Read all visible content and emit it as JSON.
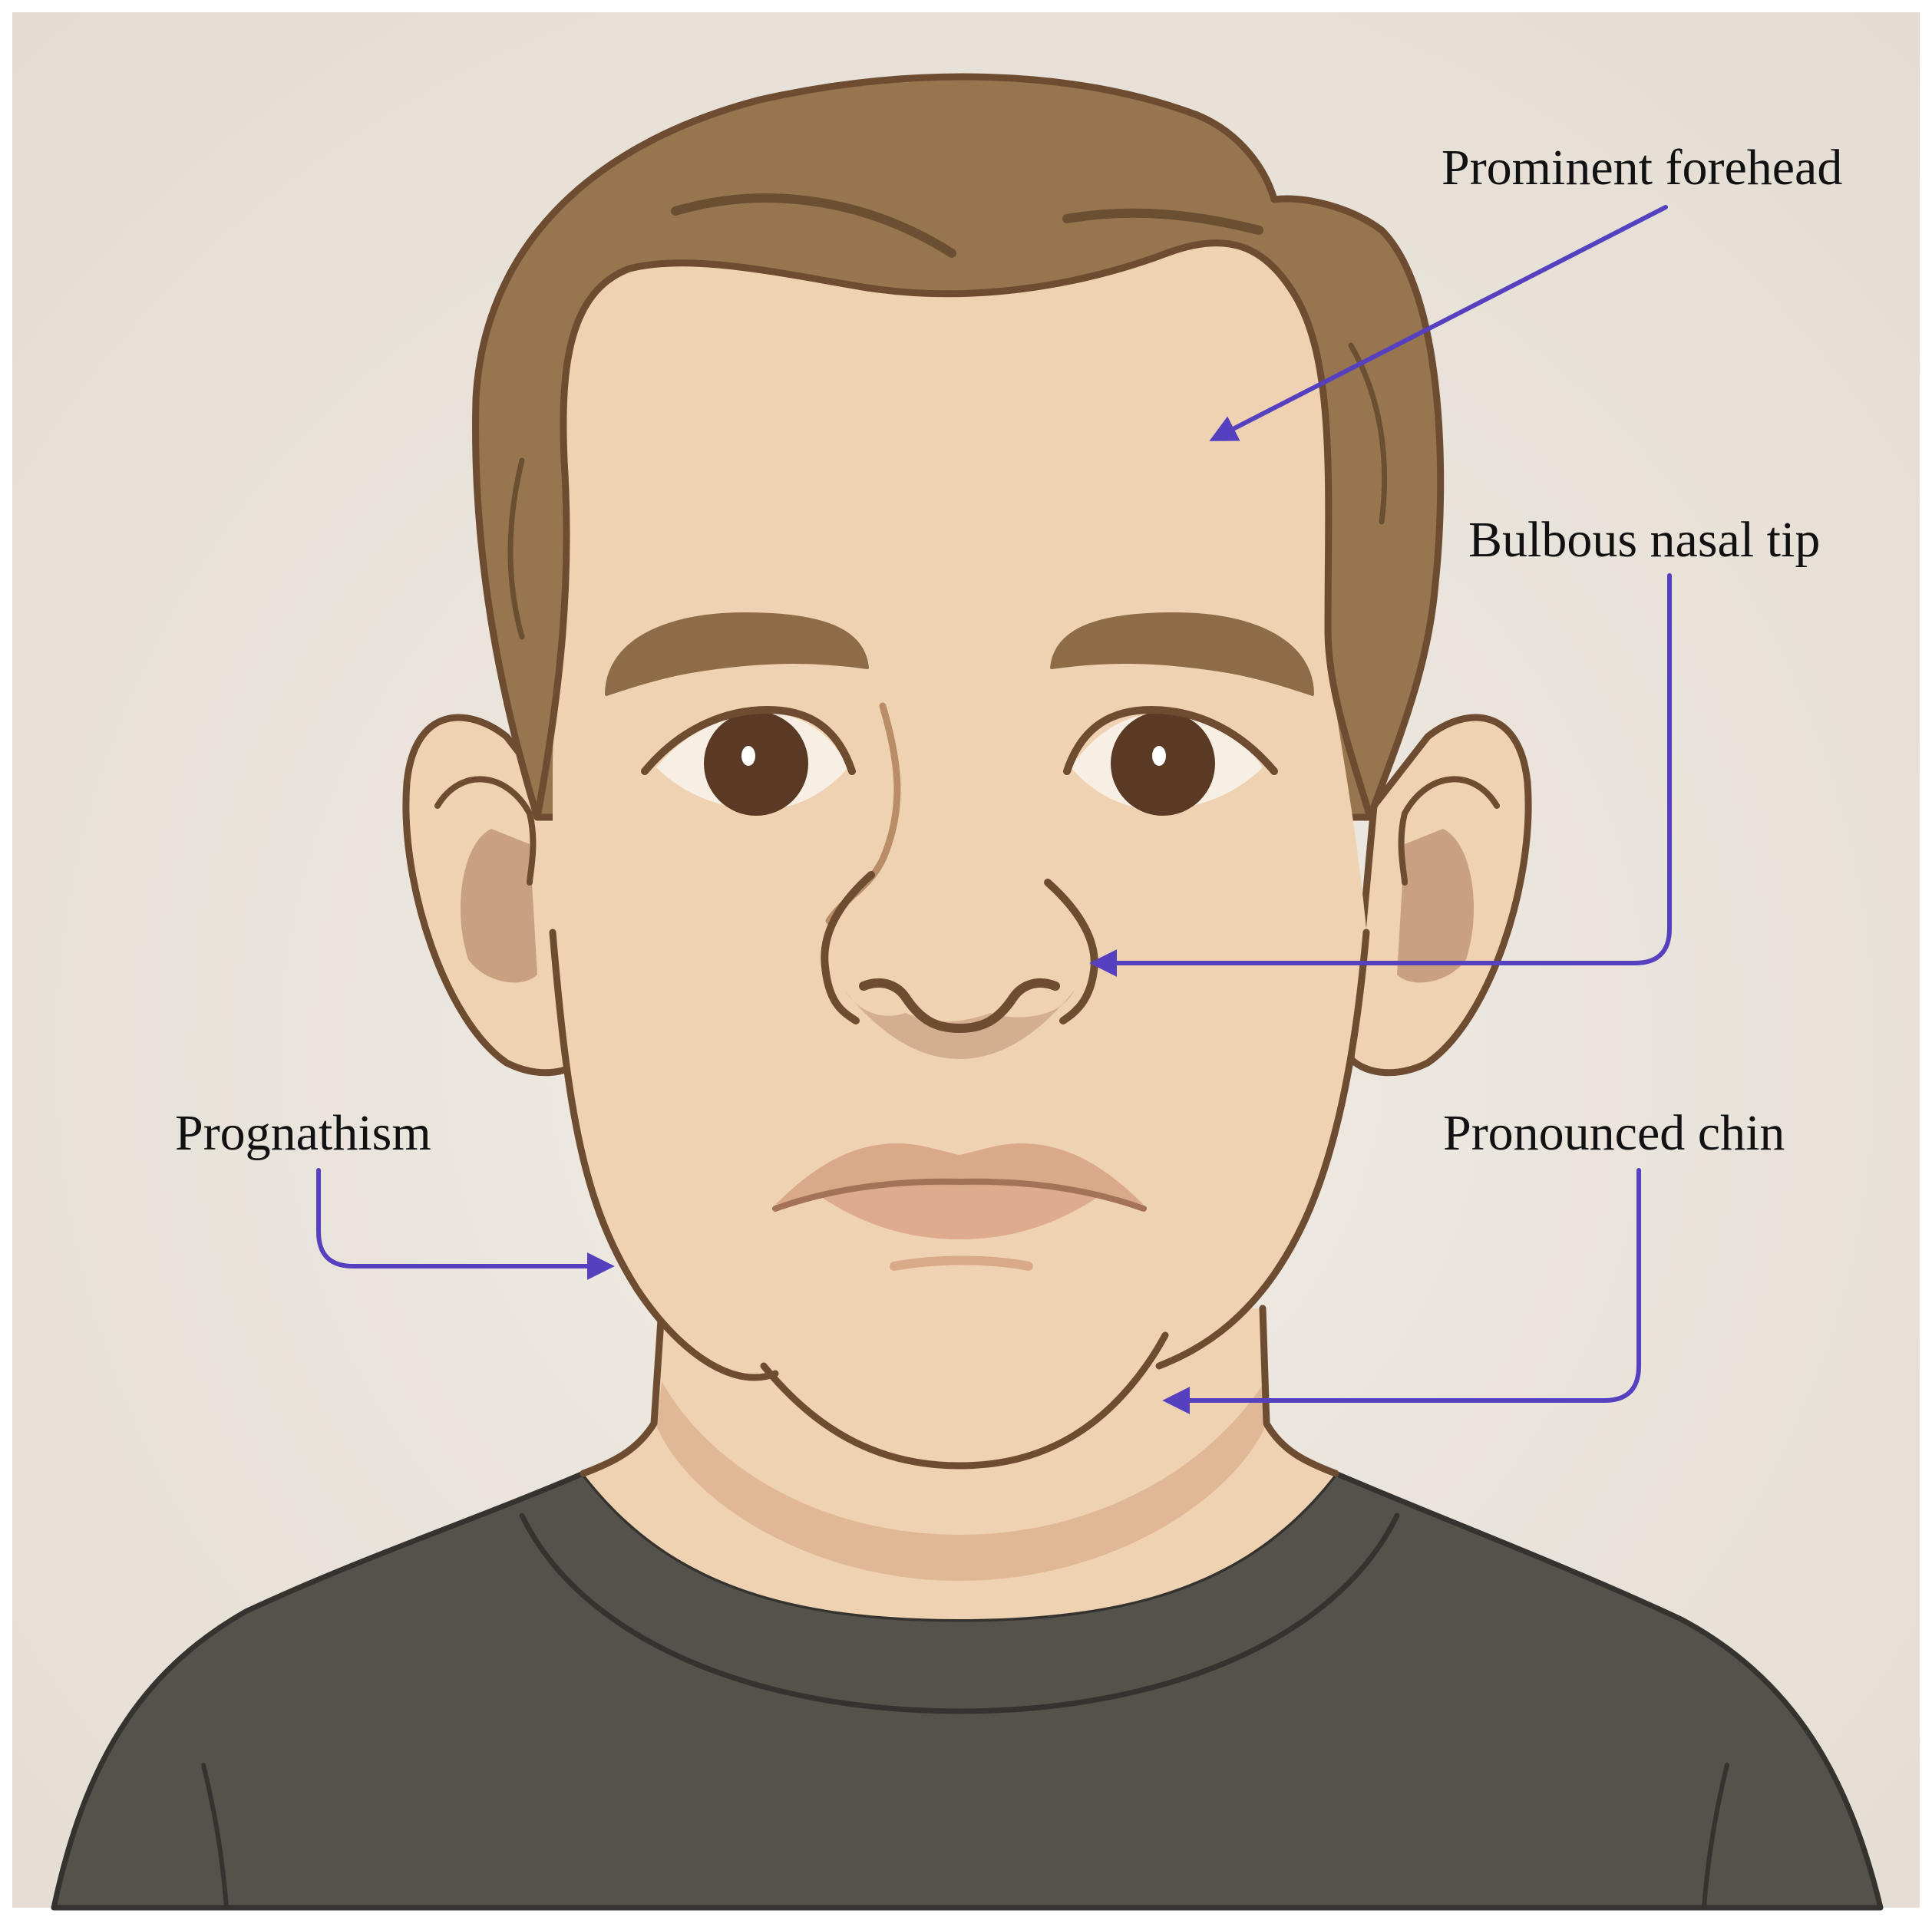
{
  "annotations": [
    {
      "id": "forehead",
      "text": "Prominent forehead"
    },
    {
      "id": "nasal_tip",
      "text": "Bulbous nasal tip"
    },
    {
      "id": "prognathism",
      "text": "Prognathism"
    },
    {
      "id": "chin",
      "text": "Pronounced chin"
    }
  ],
  "colors": {
    "background": "#e4ddd3",
    "skin": "#efd2b2",
    "skin_shade": "#dcb28e",
    "hair": "#96754f",
    "hair_dark": "#6b4f32",
    "outline": "#6e4c31",
    "shirt": "#55524b",
    "shirt_outline": "#35332f",
    "iris": "#5a3a24",
    "lips": "#d7a384",
    "arrow": "#5540c0"
  }
}
